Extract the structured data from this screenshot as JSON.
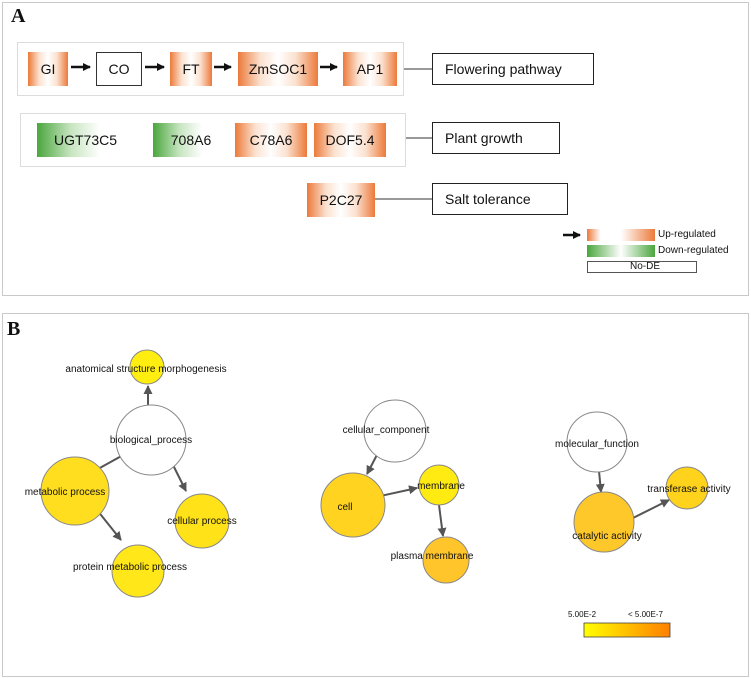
{
  "panel_a": {
    "label": "A",
    "genes": {
      "gi": "GI",
      "co": "CO",
      "ft": "FT",
      "zmsoc1": "ZmSOC1",
      "ap1": "AP1",
      "ugt73c5": "UGT73C5",
      "a708a6": "708A6",
      "c78a6": "C78A6",
      "dof54": "DOF5.4",
      "p2c27": "P2C27"
    },
    "categories": {
      "flowering": "Flowering pathway",
      "growth": "Plant growth",
      "salt": "Salt tolerance"
    },
    "legend": {
      "up": "Up-regulated",
      "down": "Down-regulated",
      "nodeg": "No-DE"
    },
    "colors": {
      "up": "#ec7a3a",
      "down": "#4aa63d"
    }
  },
  "panel_b": {
    "label": "B",
    "nodes": {
      "anatomical": "anatomical structure morphogenesis",
      "biological_process": "biological_process",
      "metabolic": "metabolic process",
      "cellular_process": "cellular process",
      "protein_metabolic": "protein metabolic process",
      "cellular_component": "cellular_component",
      "cell": "cell",
      "membrane": "membrane",
      "plasma_membrane": "plasma membrane",
      "molecular_function": "molecular_function",
      "catalytic": "catalytic activity",
      "transferase": "transferase activity"
    },
    "scale": {
      "low": "5.00E-2",
      "high": "< 5.00E-7",
      "color_low": "#ffff00",
      "color_high": "#ff7f00"
    }
  }
}
